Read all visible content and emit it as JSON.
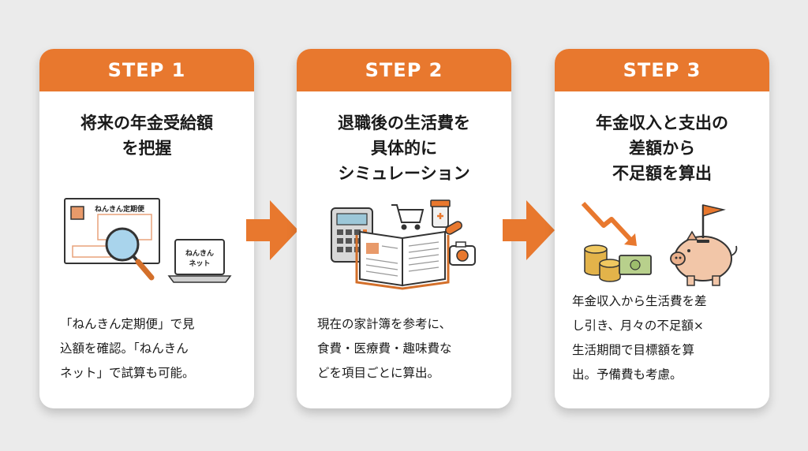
{
  "steps": [
    {
      "label": "STEP 1",
      "title": "将来の年金受給額\nを把握",
      "body": "「ねんきん定期便」で見\n込額を確認。「ねんきん\nネット」で試算も可能。",
      "illustration": {
        "postcard_label": "ねんきん定期便",
        "laptop_label_1": "ねんきん",
        "laptop_label_2": "ネット",
        "icons": [
          "postcard-icon",
          "magnifier-icon",
          "laptop-icon"
        ]
      }
    },
    {
      "label": "STEP 2",
      "title": "退職後の生活費を\n具体的に\nシミュレーション",
      "body": "現在の家計簿を参考に、\n食費・医療費・趣味費な\nどを項目ごとに算出。",
      "illustration": {
        "icons": [
          "calculator-icon",
          "shopping-cart-icon",
          "medicine-icon",
          "open-book-icon",
          "camera-icon"
        ]
      }
    },
    {
      "label": "STEP 3",
      "title": "年金収入と支出の\n差額から\n不足額を算出",
      "body": "年金収入から生活費を差\nし引き、月々の不足額×\n生活期間で目標額を算\n出。予備費も考慮。",
      "illustration": {
        "icons": [
          "downtrend-arrow-icon",
          "coins-icon",
          "banknote-icon",
          "piggy-bank-icon",
          "flag-icon"
        ]
      }
    }
  ],
  "connectors": [
    "arrow-right-icon",
    "arrow-right-icon"
  ],
  "colors": {
    "accent": "#e8782e",
    "background": "#ebebeb",
    "card": "#ffffff",
    "text": "#1a1a1a"
  }
}
